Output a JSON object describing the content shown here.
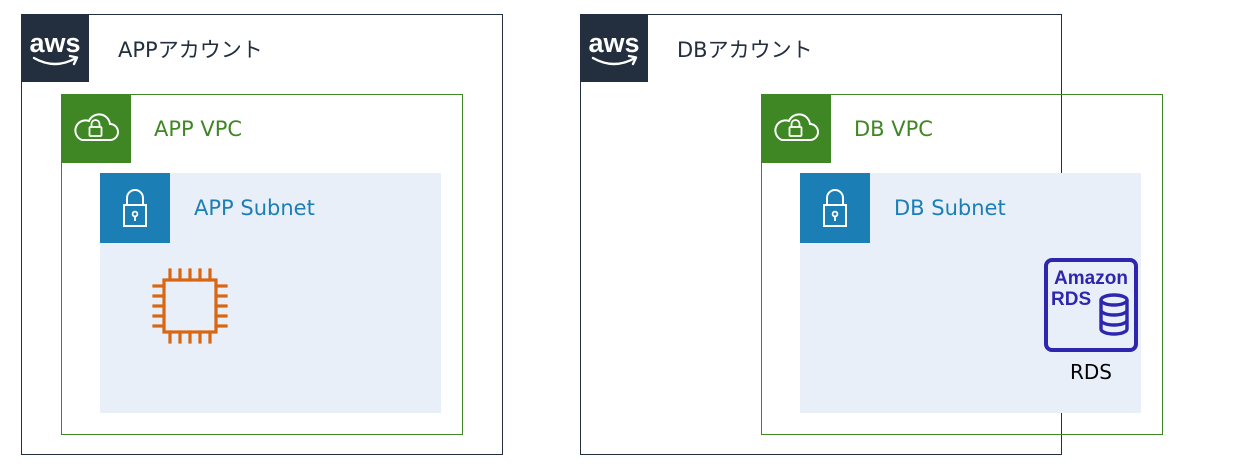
{
  "app_account": {
    "title": "APPアカウント",
    "vpc": {
      "title": "APP VPC",
      "subnet": {
        "title": "APP Subnet"
      }
    }
  },
  "db_account": {
    "title": "DBアカウント",
    "vpc": {
      "title": "DB VPC",
      "subnet": {
        "title": "DB Subnet",
        "rds_label": "RDS"
      }
    }
  },
  "logos": {
    "aws": "aws",
    "rds_line1": "Amazon",
    "rds_line2": "RDS"
  },
  "icons": {
    "account_badge": "aws-logo-icon",
    "vpc_badge": "cloud-lock-icon",
    "subnet_badge": "padlock-icon",
    "ec2": "ec2-chip-icon",
    "rds": "amazon-rds-icon"
  },
  "colors": {
    "account_border": "#232f3e",
    "vpc_green": "#3f8624",
    "subnet_blue": "#1b7eb5",
    "subnet_fill": "#e9eff8",
    "ec2_orange": "#d86613",
    "rds_indigo": "#2e27ad"
  }
}
